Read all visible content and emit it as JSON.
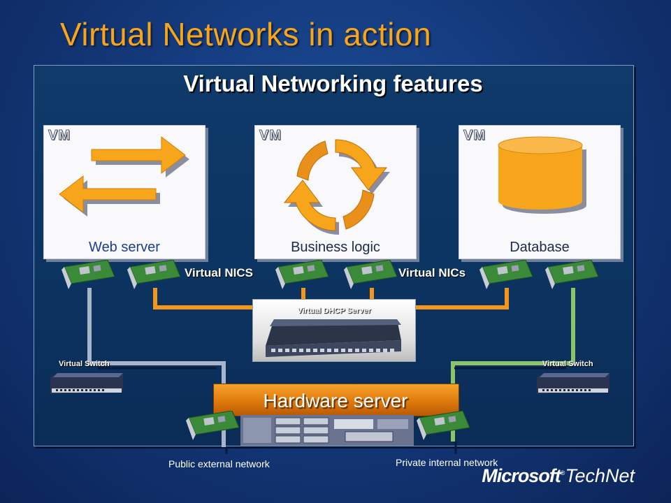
{
  "slide": {
    "title": "Virtual Networks in action"
  },
  "panel": {
    "title": "Virtual Networking features"
  },
  "vms": [
    {
      "tag": "VM",
      "label": "Web server"
    },
    {
      "tag": "VM",
      "label": "Business logic"
    },
    {
      "tag": "VM",
      "label": "Database"
    }
  ],
  "nics": {
    "left_caption": "Virtual NICS",
    "right_caption": "Virtual NICs"
  },
  "dhcp": {
    "label": "Virtual DHCP Server"
  },
  "switches": {
    "left_label": "Virtual Switch",
    "right_label": "Virtual Switch"
  },
  "hardware": {
    "label": "Hardware server"
  },
  "networks": {
    "public": "Public external network",
    "private": "Private internal network"
  },
  "brand": {
    "part1": "Microsoft",
    "part2": "TechNet"
  },
  "colors": {
    "accent_orange": "#f7a51b",
    "orange_link": "#f5961c",
    "green_link": "#8cc468",
    "grey_link": "#a8b4c8"
  }
}
